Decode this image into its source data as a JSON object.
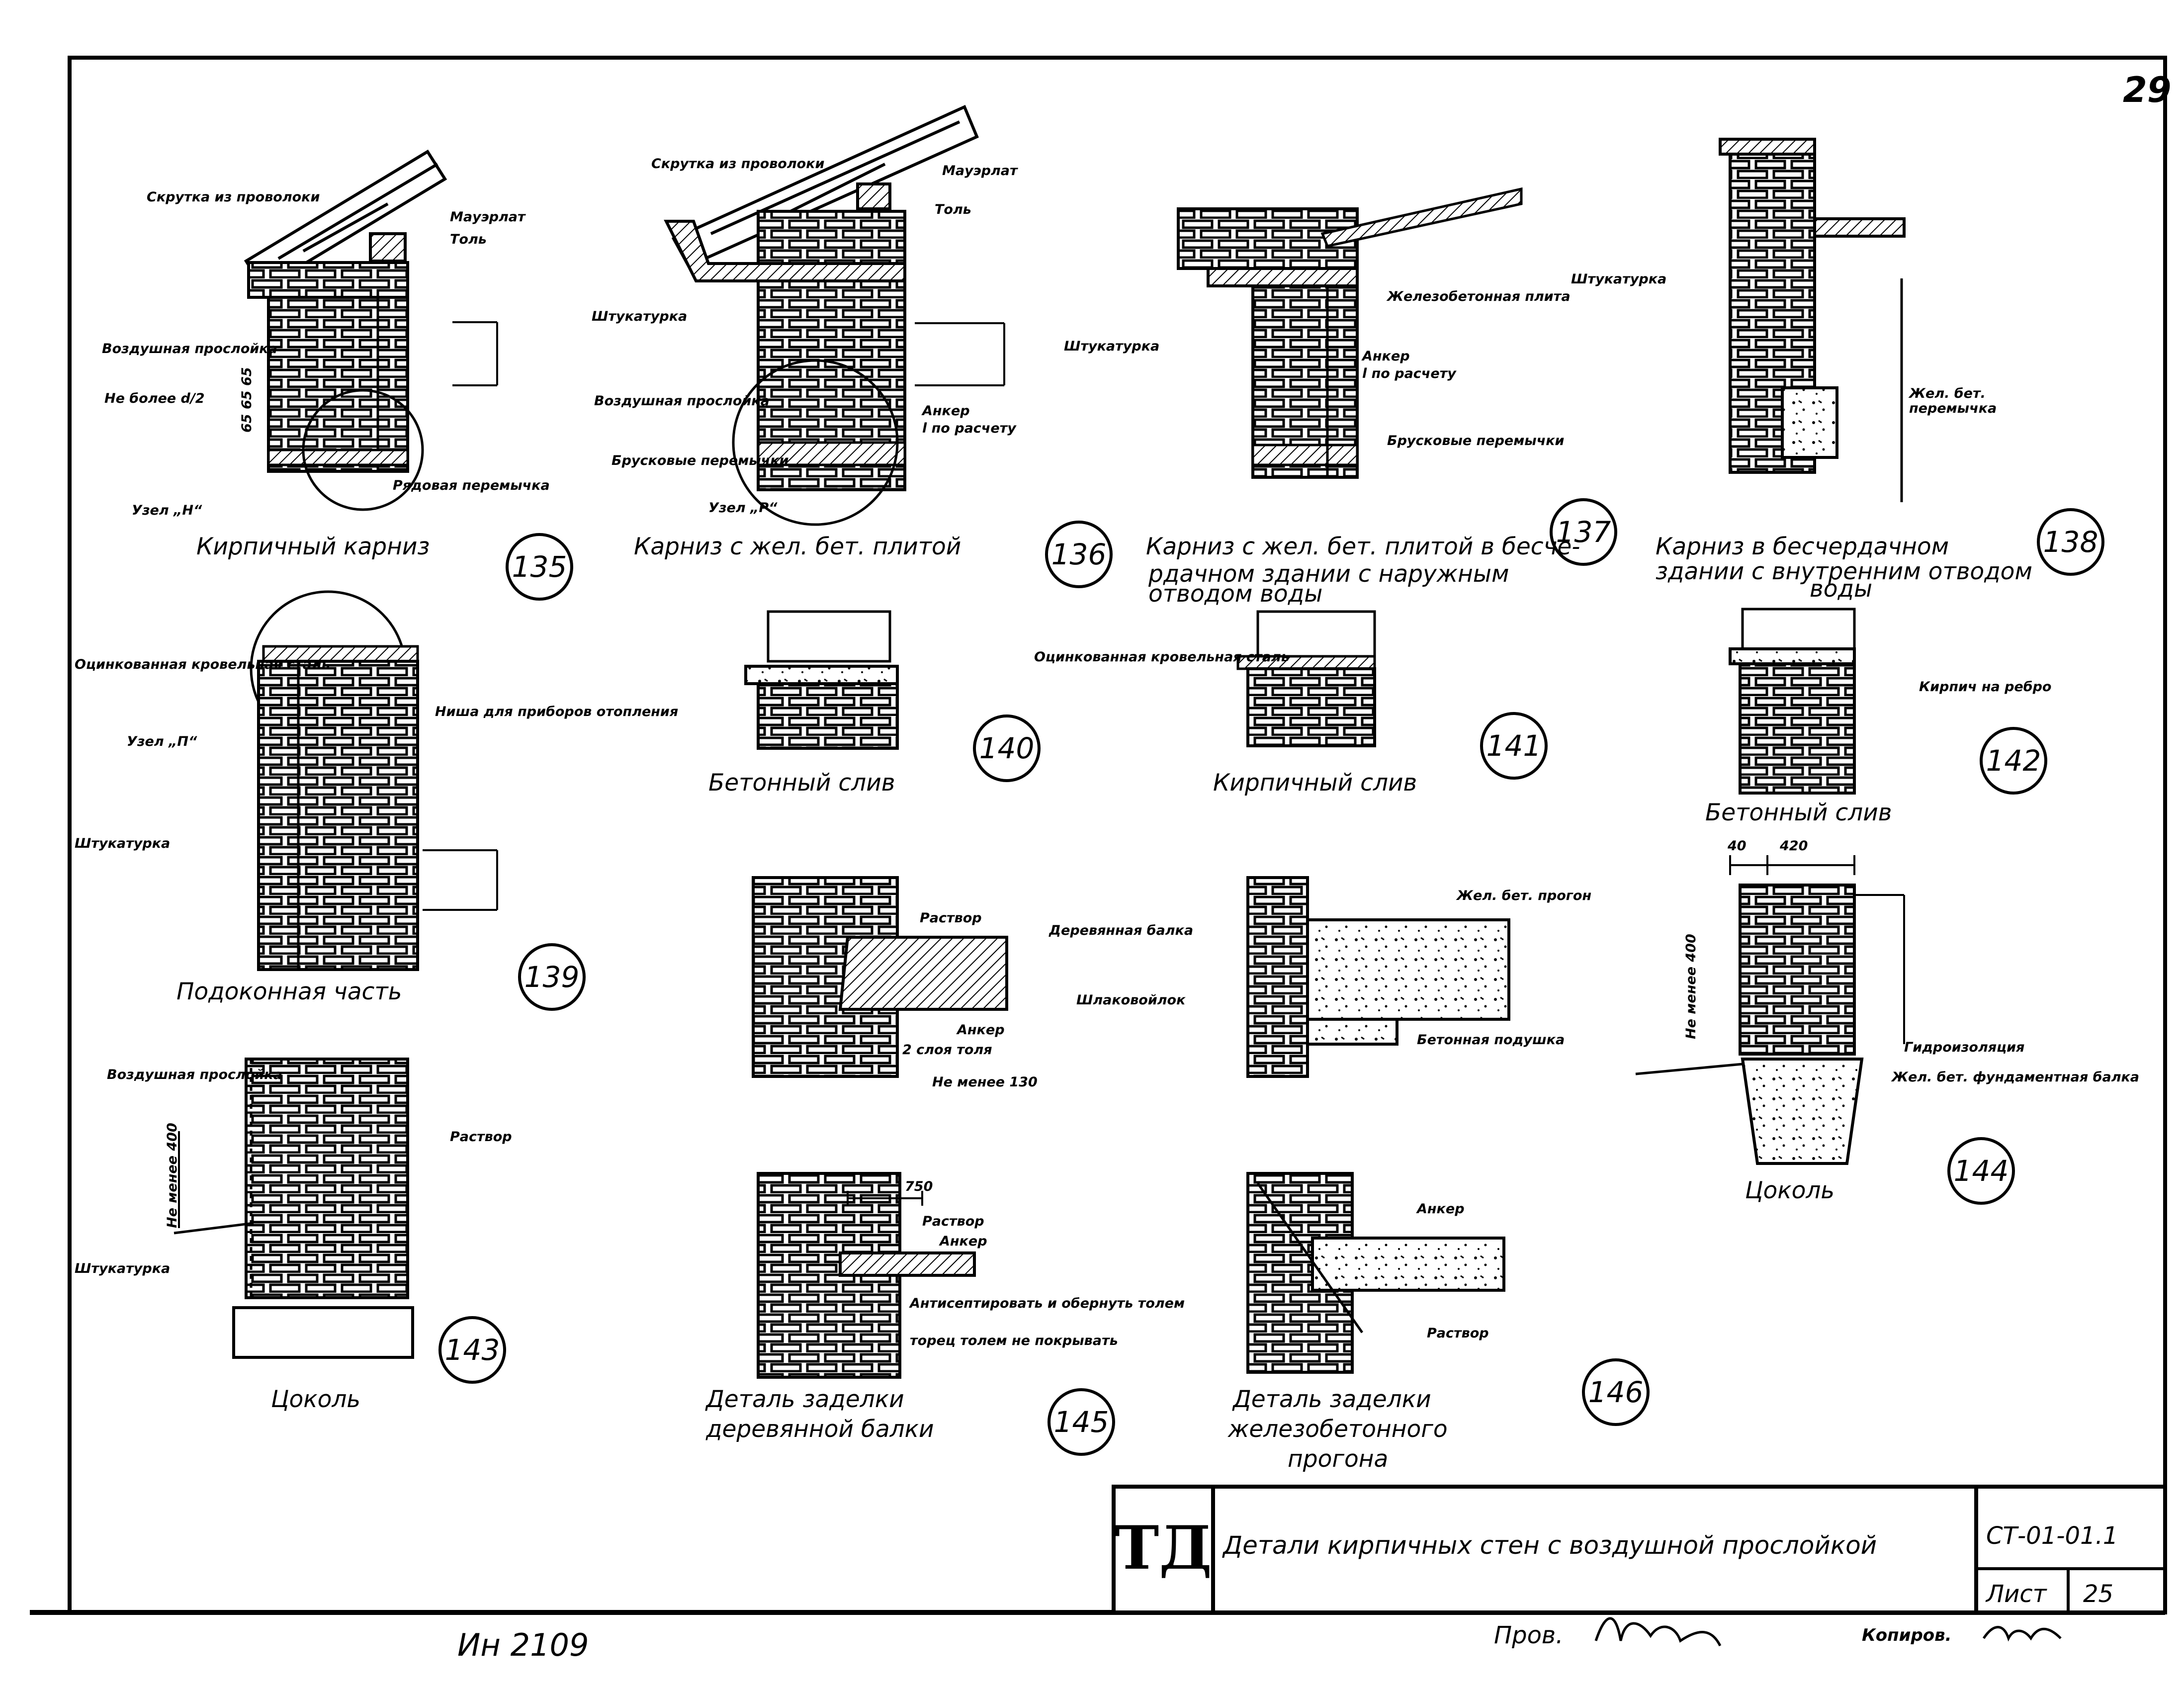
{
  "sheet": {
    "page_number": "29",
    "margin_note": "Ин 2109",
    "checked": "Пров.",
    "copied": "Копиров."
  },
  "title_block": {
    "logo": "ТД",
    "title": "Детали кирпичных стен с воздушной прослойкой",
    "code": "СТ-01-01.1",
    "sheet_label": "Лист",
    "sheet_number": "25"
  },
  "details": [
    {
      "number": "135",
      "caption": [
        "Кирпичный карниз"
      ],
      "labels": [
        "Скрутка из проволоки",
        "Мауэрлат",
        "Толь",
        "Воздушная прослойка",
        "Не более d/2",
        "65 65 65",
        "Рядовая перемычка",
        "Узел „Н“"
      ]
    },
    {
      "number": "136",
      "caption": [
        "Карниз с жел. бет. плитой"
      ],
      "labels": [
        "Скрутка из проволоки",
        "Мауэрлат",
        "Толь",
        "Штукатурка",
        "Воздушная прослойка",
        "Брусковые перемычки",
        "Анкер",
        "l по расчету",
        "Узел „Р“"
      ]
    },
    {
      "number": "137",
      "caption": [
        "Карниз с жел. бет. плитой в бесче-",
        "рдачном здании с наружным",
        "отводом воды"
      ],
      "labels": [
        "Железобетонная плита",
        "Штукатурка",
        "Анкер",
        "l по расчету",
        "Брусковые перемычки"
      ]
    },
    {
      "number": "138",
      "caption": [
        "Карниз в бесчердачном",
        "здании с внутренним отводом",
        "воды"
      ],
      "labels": [
        "Штукатурка",
        "Жел. бет.",
        "перемычка"
      ]
    },
    {
      "number": "139",
      "caption": [
        "Подоконная часть"
      ],
      "labels": [
        "Оцинкованная кровельная сталь",
        "Узел „П“",
        "Ниша для приборов отопления",
        "Штукатурка"
      ]
    },
    {
      "number": "140",
      "caption": [
        "Бетонный слив"
      ],
      "labels": []
    },
    {
      "number": "141",
      "caption": [
        "Кирпичный слив"
      ],
      "labels": [
        "Оцинкованная кровельная сталь"
      ]
    },
    {
      "number": "142",
      "caption": [
        "Бетонный слив"
      ],
      "labels": [
        "Кирпич на ребро"
      ]
    },
    {
      "number": "143",
      "caption": [
        "Цоколь"
      ],
      "labels": [
        "Воздушная прослойка",
        "Раствор",
        "Не менее 400",
        "Штукатурка"
      ]
    },
    {
      "number": "144",
      "caption": [
        "Цоколь"
      ],
      "labels": [
        "40",
        "420",
        "Не менее 400",
        "Гидроизоляция",
        "Жел. бет. фундаментная балка"
      ]
    },
    {
      "number": "145",
      "caption": [
        "Деталь заделки",
        "деревянной балки"
      ],
      "labels": [
        "Раствор",
        "Деревянная балка",
        "Анкер",
        "2 слоя толя",
        "Не менее 130",
        "750",
        "Антисептировать и обернуть толем",
        "торец толем не покрывать"
      ]
    },
    {
      "number": "146",
      "caption": [
        "Деталь заделки",
        "железобетонного",
        "прогона"
      ],
      "labels": [
        "Жел. бет. прогон",
        "Шлаковойлок",
        "Бетонная подушка",
        "Анкер",
        "Раствор"
      ]
    }
  ]
}
